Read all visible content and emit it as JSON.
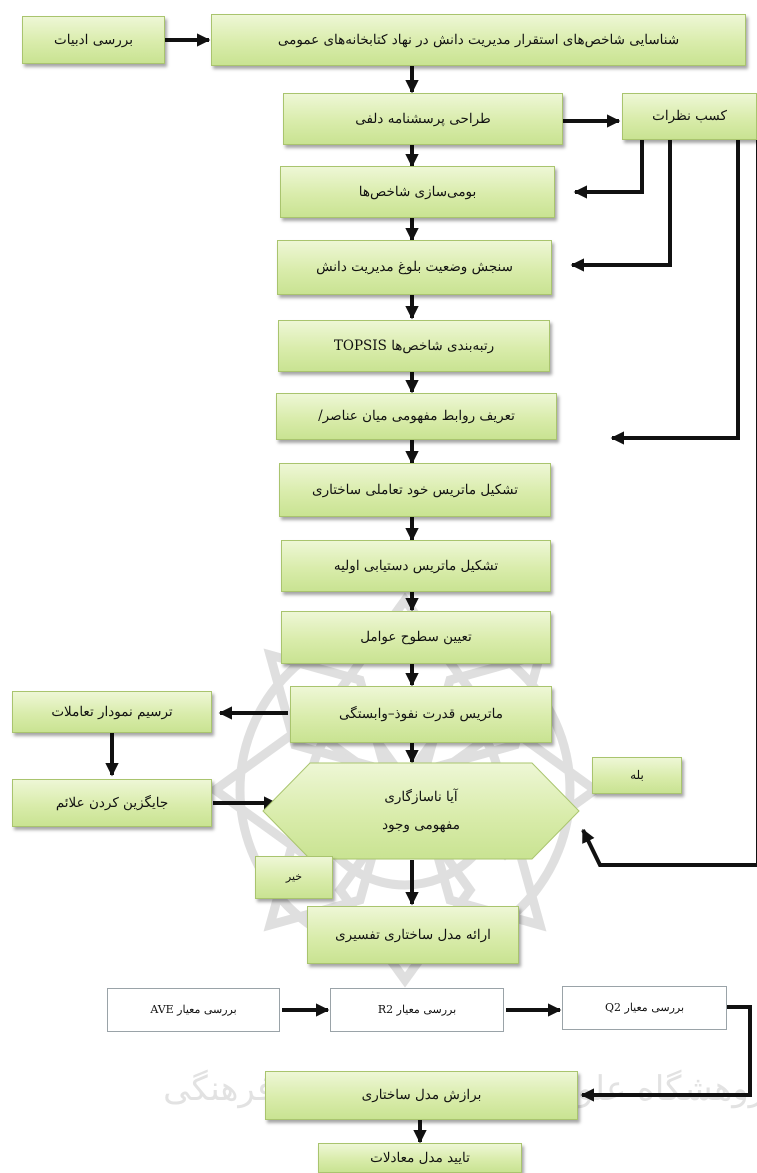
{
  "nodes": {
    "literature": "بررسی ادبیات",
    "identify": "شناسایی شاخص‌های استقرار مدیریت دانش در نهاد کتابخانه‌های عمومی",
    "delphi": "طراحی پرسشنامه دلفی",
    "opinions": "کسب نظرات",
    "localize": "بومی‌سازی شاخص‌ها",
    "maturity": "سنجش وضعیت بلوغ مدیریت دانش",
    "topsis": "رتبه‌بندی شاخص‌ها TOPSIS",
    "relations": "تعریف روابط مفهومی میان عناصر/",
    "ssim": "تشکیل ماتریس خود تعاملی ساختاری",
    "reach": "تشکیل ماتریس دستیابی اولیه",
    "levels": "تعیین سطوح عوامل",
    "power": "ماتریس قدرت نفوذ–وابستگی",
    "draw": "ترسیم نمودار تعاملات",
    "replace": "جایگزین کردن علائم",
    "decision_line1": "آیا ناسازگاری",
    "decision_line2": "مفهومی وجود",
    "yes": "بله",
    "no": "خیر",
    "ism": "ارائه مدل ساختاری تفسیری",
    "ave": "بررسی معیار AVE",
    "r2": "بررسی معیار R2",
    "q2": "بررسی معیار Q2",
    "fit": "برازش مدل ساختاری",
    "confirm": "تایید مدل معادلات"
  },
  "watermark": "پژوهشگاه علوم انسانی و مطالعات فرهنگی"
}
